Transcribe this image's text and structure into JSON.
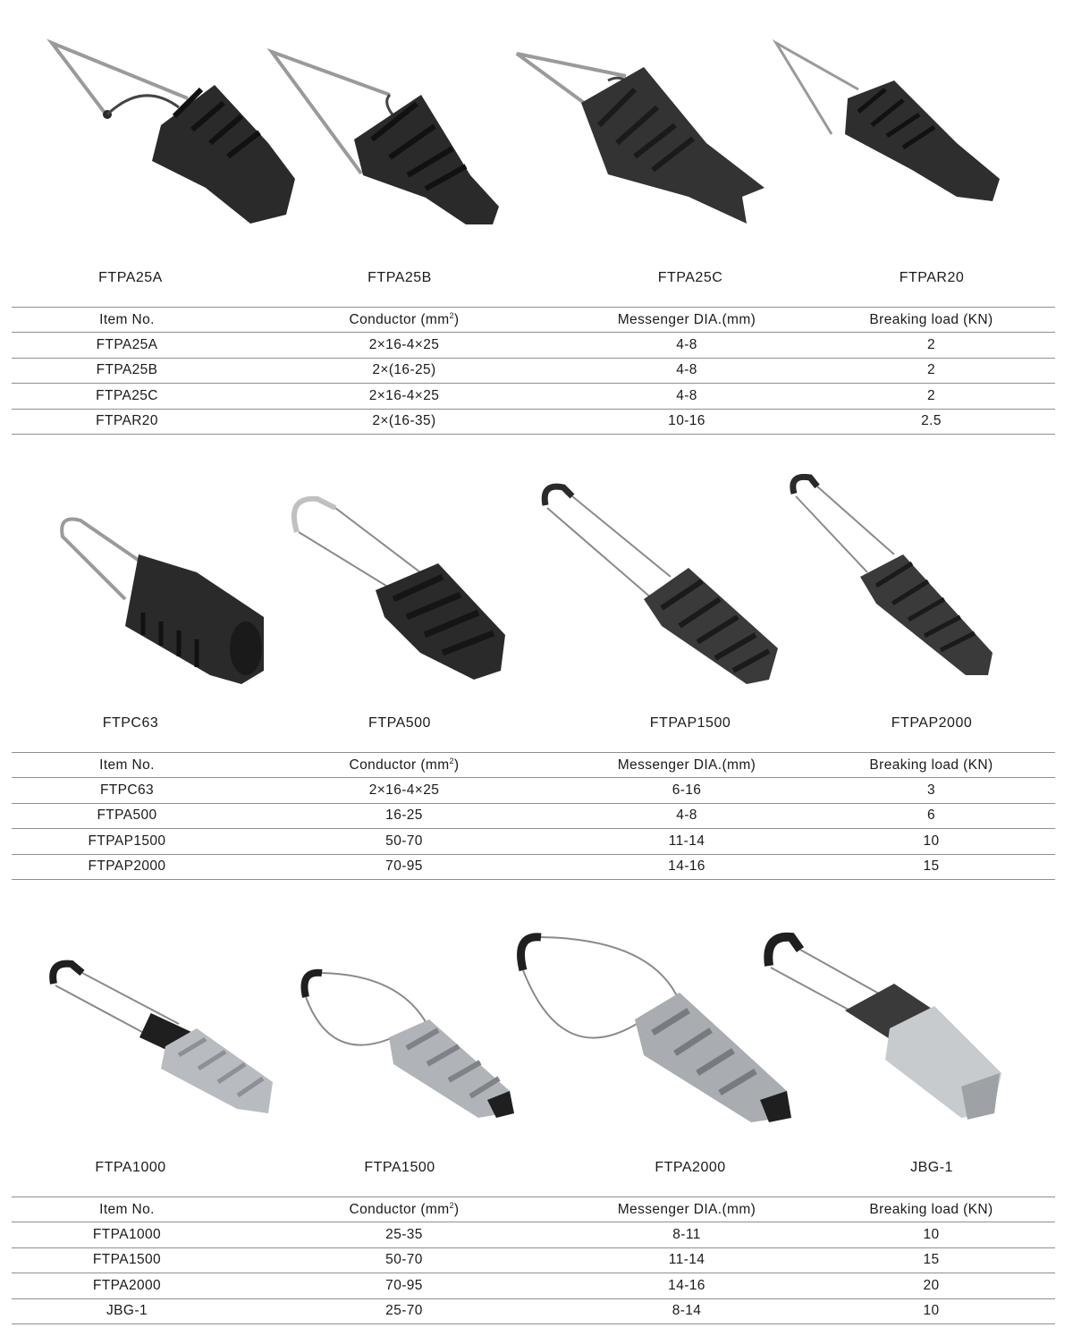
{
  "columns": {
    "item": "Item No.",
    "conductor": "Conductor (mm",
    "conductor_sup": "2",
    "conductor_close": ")",
    "messenger": "Messenger DIA.(mm)",
    "breaking": "Breaking load (KN)"
  },
  "groups": [
    {
      "products": [
        {
          "label": "FTPA25A",
          "icon": "wedge-clamp-black-icon"
        },
        {
          "label": "FTPA25B",
          "icon": "wedge-clamp-black-icon"
        },
        {
          "label": "FTPA25C",
          "icon": "wedge-clamp-split-icon"
        },
        {
          "label": "FTPAR20",
          "icon": "wedge-clamp-narrow-icon"
        }
      ],
      "rows": [
        {
          "item": "FTPA25A",
          "conductor": "2×16-4×25",
          "messenger": "4-8",
          "breaking": "2"
        },
        {
          "item": "FTPA25B",
          "conductor": "2×(16-25)",
          "messenger": "4-8",
          "breaking": "2"
        },
        {
          "item": "FTPA25C",
          "conductor": "2×16-4×25",
          "messenger": "4-8",
          "breaking": "2"
        },
        {
          "item": "FTPAR20",
          "conductor": "2×(16-35)",
          "messenger": "10-16",
          "breaking": "2.5"
        }
      ]
    },
    {
      "products": [
        {
          "label": "FTPC63",
          "icon": "block-clamp-icon"
        },
        {
          "label": "FTPA500",
          "icon": "anchor-clamp-icon"
        },
        {
          "label": "FTPAP1500",
          "icon": "ribbed-anchor-clamp-icon"
        },
        {
          "label": "FTPAP2000",
          "icon": "ribbed-anchor-clamp-icon"
        }
      ],
      "rows": [
        {
          "item": "FTPC63",
          "conductor": "2×16-4×25",
          "messenger": "6-16",
          "breaking": "3"
        },
        {
          "item": "FTPA500",
          "conductor": "16-25",
          "messenger": "4-8",
          "breaking": "6"
        },
        {
          "item": "FTPAP1500",
          "conductor": "50-70",
          "messenger": "11-14",
          "breaking": "10"
        },
        {
          "item": "FTPAP2000",
          "conductor": "70-95",
          "messenger": "14-16",
          "breaking": "15"
        }
      ]
    },
    {
      "products": [
        {
          "label": "FTPA1000",
          "icon": "aluminium-anchor-clamp-icon"
        },
        {
          "label": "FTPA1500",
          "icon": "aluminium-anchor-clamp-icon"
        },
        {
          "label": "FTPA2000",
          "icon": "aluminium-anchor-clamp-icon"
        },
        {
          "label": "JBG-1",
          "icon": "sleeve-clamp-icon"
        }
      ],
      "rows": [
        {
          "item": "FTPA1000",
          "conductor": "25-35",
          "messenger": "8-11",
          "breaking": "10"
        },
        {
          "item": "FTPA1500",
          "conductor": "50-70",
          "messenger": "11-14",
          "breaking": "15"
        },
        {
          "item": "FTPA2000",
          "conductor": "70-95",
          "messenger": "14-16",
          "breaking": "20"
        },
        {
          "item": "JBG-1",
          "conductor": "25-70",
          "messenger": "8-14",
          "breaking": "10"
        }
      ]
    }
  ],
  "colors": {
    "plastic": "#2a2a2a",
    "aluminium": "#b8bcc0",
    "wire": "#9a9a9a",
    "rule": "#8f8f8f"
  }
}
